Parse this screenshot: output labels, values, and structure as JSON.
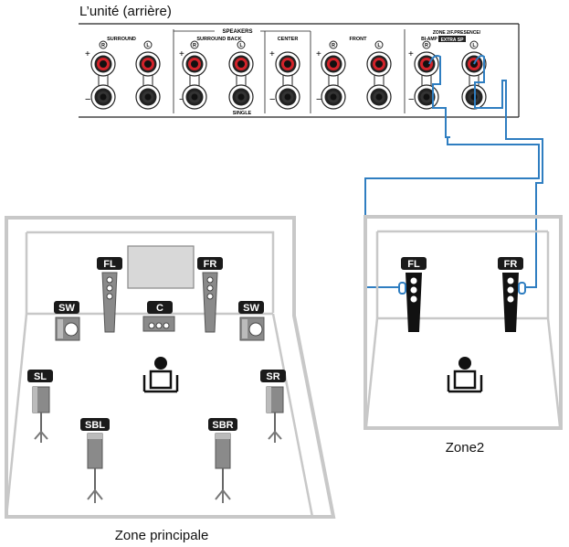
{
  "title": "L’unité (arrière)",
  "panel": {
    "header": "SPEAKERS",
    "groups": {
      "surround": "SURROUND",
      "surround_back": "SURROUND BACK",
      "center": "CENTER",
      "front": "FRONT",
      "zone2": "ZONE 2/F.PRESENCE/",
      "biamp": "BI-AMP",
      "extra_sp": "EXTRA SP",
      "single": "SINGLE"
    },
    "channel_marks": {
      "right": "R",
      "left": "L",
      "plus": "+",
      "minus": "−"
    }
  },
  "main_zone": {
    "label": "Zone principale",
    "speakers": {
      "fl": "FL",
      "fr": "FR",
      "c": "C",
      "sw_left": "SW",
      "sw_right": "SW",
      "sl": "SL",
      "sr": "SR",
      "sbl": "SBL",
      "sbr": "SBR"
    }
  },
  "zone2": {
    "label": "Zone2",
    "speakers": {
      "fl": "FL",
      "fr": "FR"
    }
  },
  "colors": {
    "room_border": "#c8c8c8",
    "cable": "#2f7ec1",
    "terminal_red": "#d3232a",
    "speaker_gray": "#8a8a8a",
    "label_bg": "#1a1a1a"
  }
}
